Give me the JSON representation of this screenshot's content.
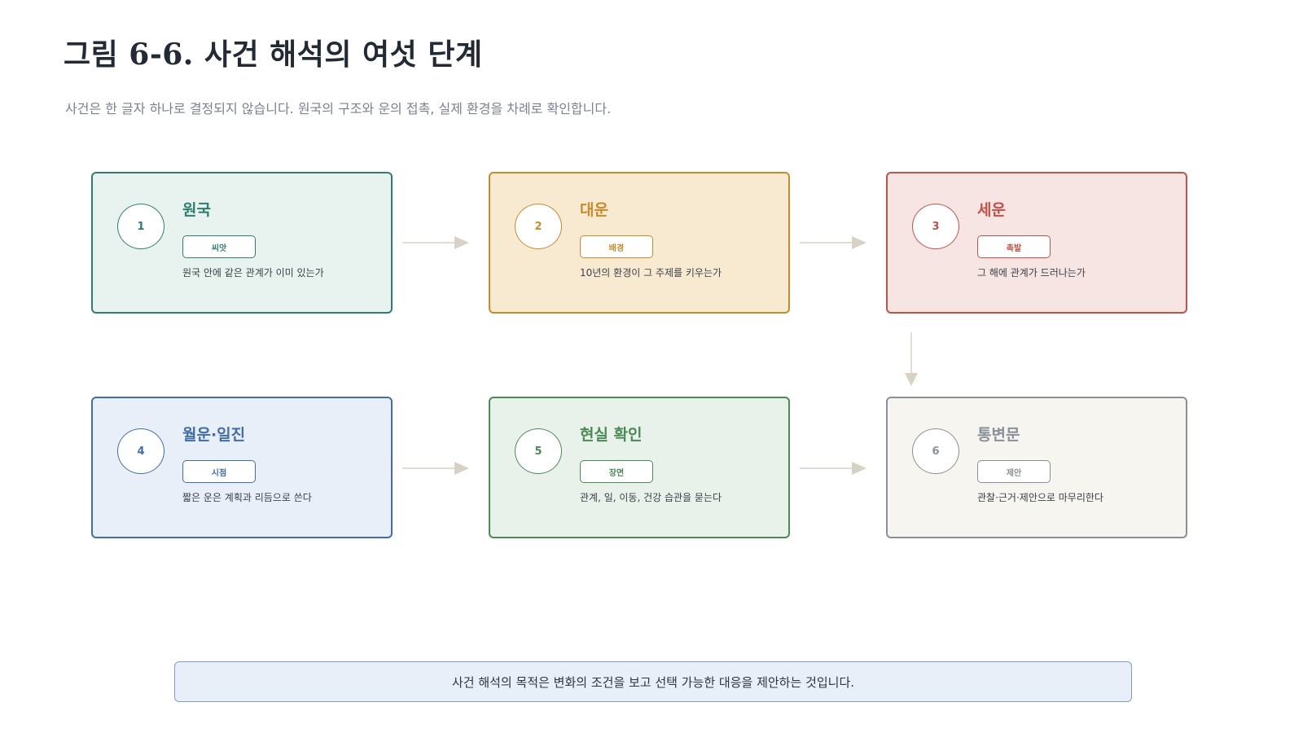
{
  "title": "그림 6-6. 사건 해석의 여섯 단계",
  "subtitle": "사건은 한 글자 하나로 결정되지 않습니다. 원국의 구조와 운의 접촉, 실제 환경을 차례로 확인합니다.",
  "steps": [
    {
      "num": "1",
      "title": "원국",
      "tag": "씨앗",
      "desc": "원국 안에 같은 관계가 이미 있는가",
      "color": "#2f7d72",
      "bg": "#e8f2ee"
    },
    {
      "num": "2",
      "title": "대운",
      "tag": "배경",
      "desc": "10년의 환경이 그 주제를 키우는가",
      "color": "#c98a2b",
      "bg": "#f8ead1"
    },
    {
      "num": "3",
      "title": "세운",
      "tag": "촉발",
      "desc": "그 해에 관계가 드러나는가",
      "color": "#c0524a",
      "bg": "#f7e5e3"
    },
    {
      "num": "4",
      "title": "월운·일진",
      "tag": "시점",
      "desc": "짧은 운은 계획과 리듬으로 쓴다",
      "color": "#3f6ea8",
      "bg": "#e9eff8"
    },
    {
      "num": "5",
      "title": "현실 확인",
      "tag": "장면",
      "desc": "관계, 일, 이동, 건강 습관을 묻는다",
      "color": "#4a8a55",
      "bg": "#e8f2ea"
    },
    {
      "num": "6",
      "title": "통변문",
      "tag": "제안",
      "desc": "관찰·근거·제안으로 마무리한다",
      "color": "#8a8f98",
      "bg": "#f6f5f0"
    }
  ],
  "footer": "사건 해석의 목적은 변화의 조건을 보고 선택 가능한 대응을 제안하는 것입니다.",
  "arrow_color": "#d8d2c6"
}
